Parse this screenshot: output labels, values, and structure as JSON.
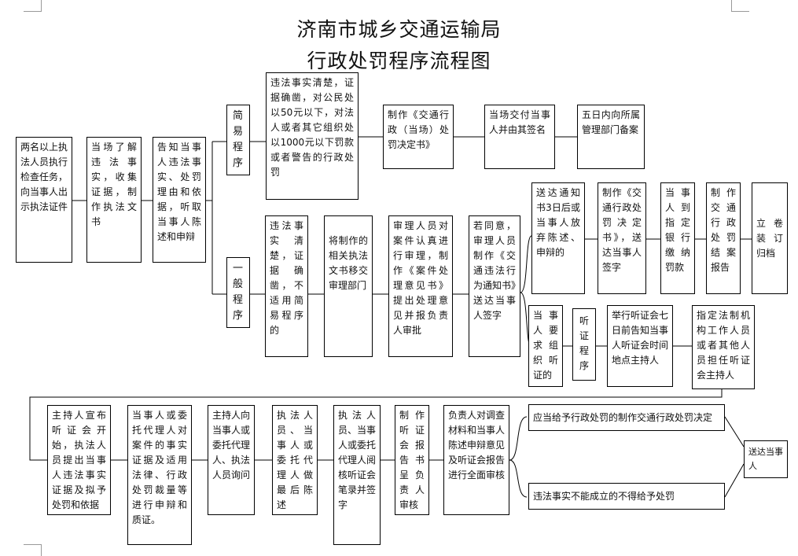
{
  "title": {
    "line1": "济南市城乡交通运输局",
    "line2": "行政处罚程序流程图"
  },
  "boxes": {
    "start": "两名以上执法人员执行检查任务，向当事人出示执法证件",
    "investigate": "当场了解违法事实，收集证据，制作执法文书",
    "inform": "告知当事人违法事实、处罚理由和依据，听取当事人陈述和申辩",
    "simple_label": "简易程序",
    "simple_cond": "违法事实清楚，证据确凿，对公民处以50元以下，对法人或者其它组织处以1000元以下罚款或者警告的行政处罚",
    "simple_doc": "制作《交通行政（当场）处罚决定书》",
    "simple_deliver": "当场交付当事人并由其签名",
    "simple_file": "五日内向所属管理部门备案",
    "general_label": "一般程序",
    "general_cond": "违法事实清楚，证据确凿，不适用简易程序的",
    "transfer": "将制作的相关执法文书移交审理部门",
    "review": "审理人员对案件认真进行审理，制作《案件处理意见书》提出处理意见并报负责人审批",
    "notice": "若同意，审理人员制作《交通违法行为通知书》送达当事人签字",
    "deliver3": "送达通知书3日后或当事人放弃陈述、申辩的",
    "decision": "制作《交通行政处罚决定书》，送达当事人签字",
    "pay": "当事人到指定银行缴纳罚款",
    "close_report": "制作交通行政处罚结案报告",
    "archive": "立卷装订归档",
    "hearing_req": "当事人要求组织听证的",
    "hearing_label": "听证程序",
    "hearing_notice": "举行听证会七日前告知当事人听证会时间地点主持人",
    "hearing_host": "指定法制机构工作人员或者其他人员担任听证会主持人",
    "host_open": "主持人宣布听证会开始，执法人员提出当事人违法事实证据及拟予处罚和依据",
    "party_argue": "当事人或委托代理人对案件的事实证据及适用法律、行政处罚裁量等进行申辩和质证。",
    "host_ask": "主持人向当事人或委托代理人、执法人员询问",
    "final_statement": "执法人员、当事人或委托代理人做最后陈述",
    "review_record": "执法人员、当事人或委托代理人阅核听证会笔录并签字",
    "hearing_report": "制作听证会报告书呈负责人审核",
    "leader_review": "负责人对调查材料和当事人陈述申辩意见及听证会报告进行全面审核",
    "should_punish": "应当给予行政处罚的制作交通行政处罚决定",
    "not_established": "违法事实不能成立的不得给予处罚",
    "serve": "送达当事人"
  }
}
